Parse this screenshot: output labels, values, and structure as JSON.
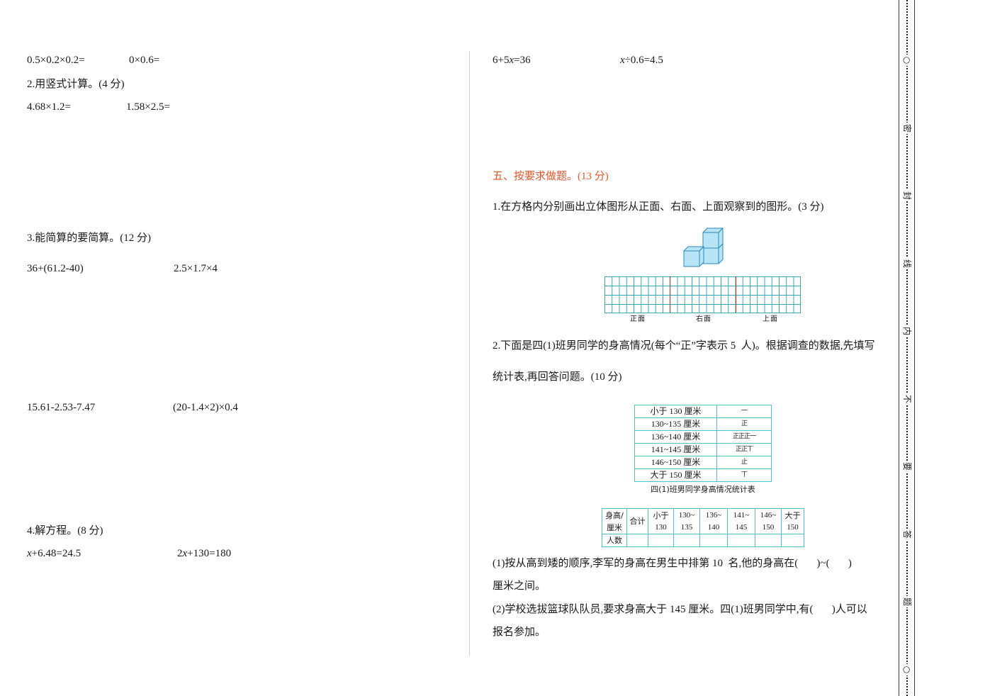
{
  "left": {
    "oral": [
      "0.5×0.2×0.2=",
      "0×0.6="
    ],
    "q2": {
      "title": "2.用竖式计算。(4 分)",
      "items": [
        "4.68×1.2=",
        "1.58×2.5="
      ]
    },
    "q3": {
      "title": "3.能简算的要简算。(12 分)",
      "items": [
        "36+(61.2-40)",
        "2.5×1.7×4",
        "15.61-2.53-7.47",
        "(20-1.4×2)×0.4"
      ]
    },
    "q4": {
      "title": "4.解方程。(8 分)",
      "eq1": {
        "var": "x",
        "rest": "+6.48=24.5"
      },
      "eq2": {
        "pre": "2",
        "var": "x",
        "rest": "+130=180"
      }
    }
  },
  "right": {
    "eq3": {
      "pre": "6+5",
      "var": "x",
      "rest": "=36"
    },
    "eq4": {
      "var": "x",
      "rest": "÷0.6=4.5"
    },
    "section5": {
      "title": "五、按要求做题。(13 分)",
      "color": "#e5572b"
    },
    "q1": {
      "text": "1.在方格内分别画出立体图形从正面、右面、上面观察到的图形。(3 分)",
      "views": [
        "正面",
        "右面",
        "上面"
      ]
    },
    "q2": {
      "line1": "2.下面是四(1)班男同学的身高情况(每个“正”字表示 5  人)。根据调查的数据,先填写",
      "line2": "统计表,再回答问题。(10 分)"
    },
    "tally": {
      "rows": [
        {
          "label": "小于 130 厘米",
          "marks": "一"
        },
        {
          "label": "130~135 厘米",
          "marks": "正"
        },
        {
          "label": "136~140 厘米",
          "marks": "正正正一"
        },
        {
          "label": "141~145 厘米",
          "marks": "正正丅"
        },
        {
          "label": "146~150 厘米",
          "marks": "止"
        },
        {
          "label": "大于 150 厘米",
          "marks": "丅"
        }
      ],
      "caption": "四(1)班男同学身高情况统计表"
    },
    "stats": {
      "head_a": "身高/",
      "head_b": "厘米",
      "total": "合计",
      "cols": [
        [
          "小于",
          "130"
        ],
        [
          "130~",
          "135"
        ],
        [
          "136~",
          "140"
        ],
        [
          "141~",
          "145"
        ],
        [
          "146~",
          "150"
        ],
        [
          "大于",
          "150"
        ]
      ],
      "row_label": "人数"
    },
    "sub1": {
      "line1": "(1)按从高到矮的顺序,李军的身高在男生中排第 10  名,他的身高在(       )~(       )",
      "line2": "厘米之间。"
    },
    "sub2": {
      "line1": "(2)学校选拔篮球队队员,要求身高大于 145 厘米。四(1)班男同学中,有(       )人可以",
      "line2": "报名参加。"
    }
  },
  "binding": {
    "chars": [
      "○",
      "密",
      "封",
      "线",
      "内",
      "不",
      "要",
      "答",
      "题",
      "○"
    ]
  }
}
